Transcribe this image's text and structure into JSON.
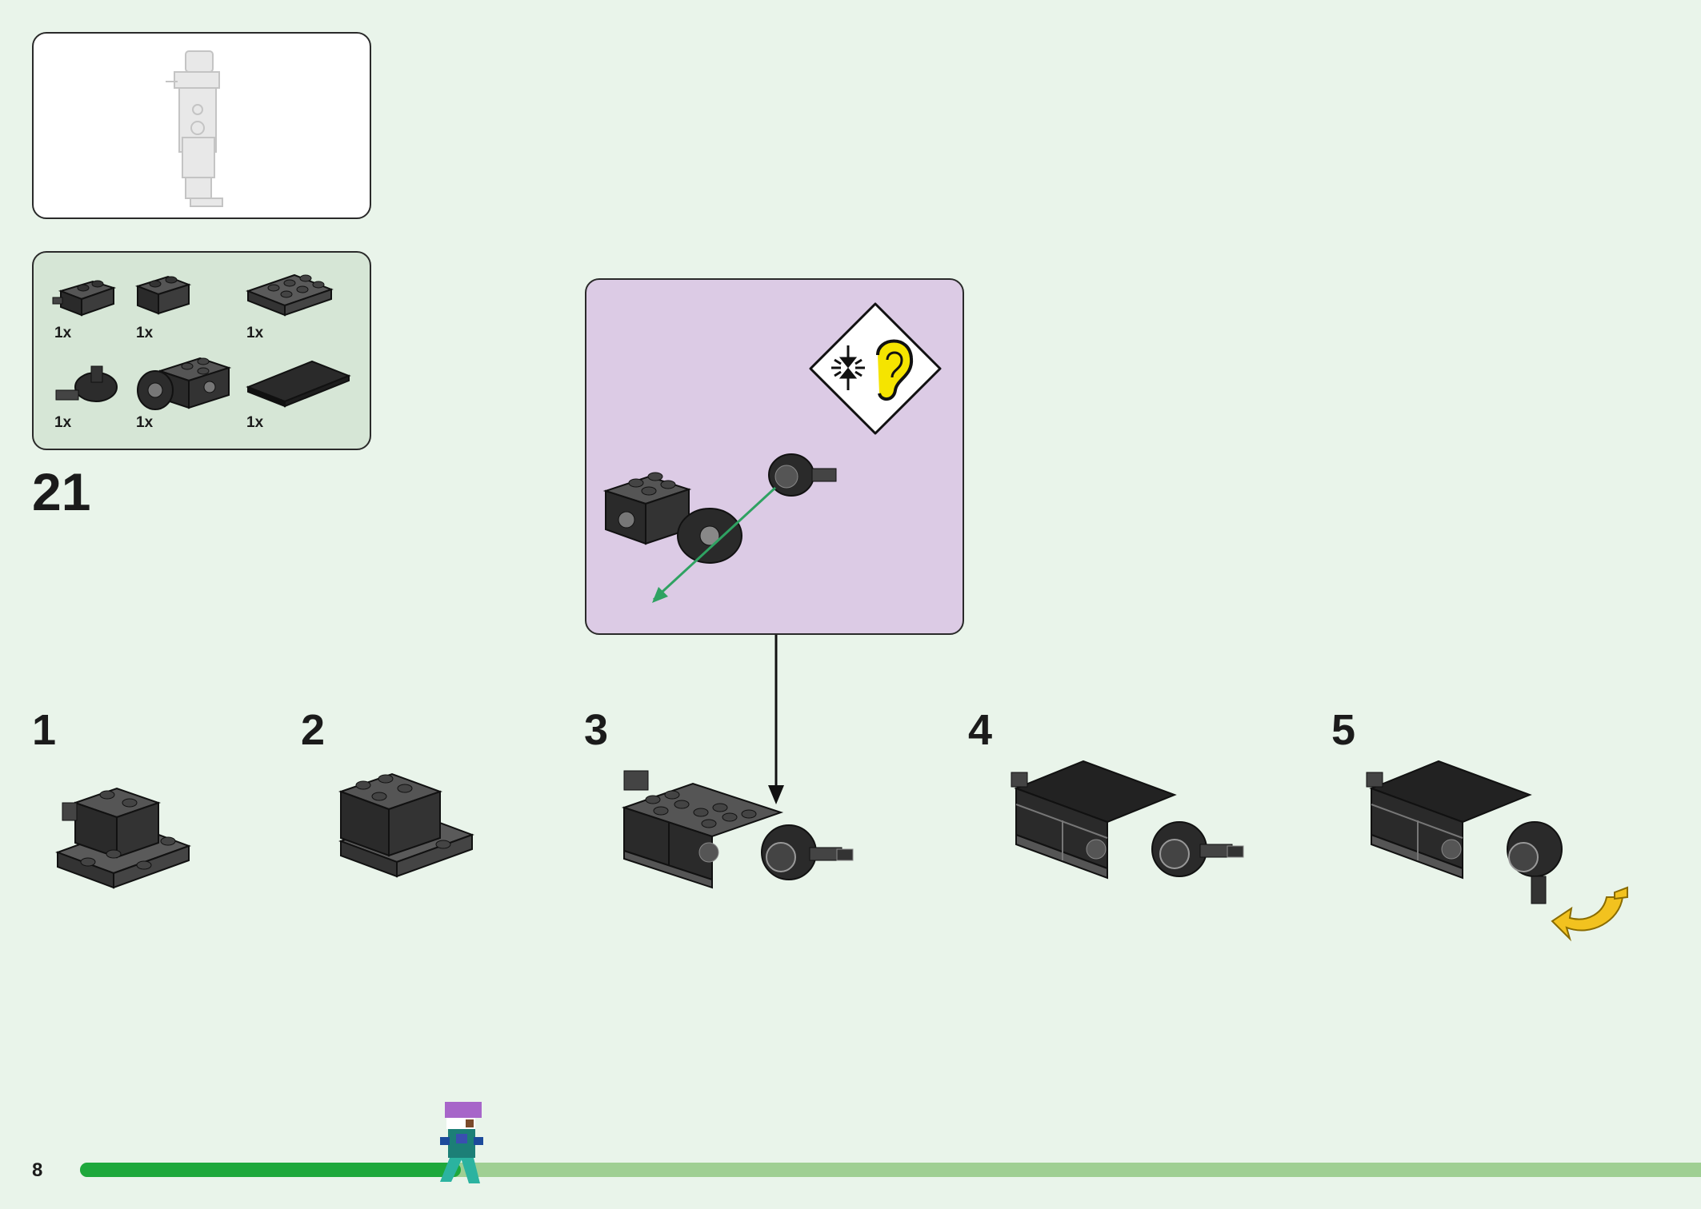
{
  "page": {
    "number": "8",
    "background": "#e9f4ea",
    "progress": 0.235,
    "progress_fill_color": "#1ea83c",
    "progress_track_color": "#9fcf93"
  },
  "step": {
    "number": "21"
  },
  "parts": [
    {
      "qty": "1x",
      "icon": "brick-1x2-with-pin-icon"
    },
    {
      "qty": "1x",
      "icon": "brick-1x2-icon"
    },
    {
      "qty": "1x",
      "icon": "plate-2x3-icon"
    },
    {
      "qty": "1x",
      "icon": "ball-joint-pin-icon"
    },
    {
      "qty": "1x",
      "icon": "technic-brick-with-socket-icon"
    },
    {
      "qty": "1x",
      "icon": "tile-2x4-icon"
    }
  ],
  "callout": {
    "background": "#dccbe5",
    "hint_icon": "press-and-listen-click-icon"
  },
  "substeps": [
    {
      "number": "1"
    },
    {
      "number": "2"
    },
    {
      "number": "3"
    },
    {
      "number": "4"
    },
    {
      "number": "5"
    }
  ]
}
